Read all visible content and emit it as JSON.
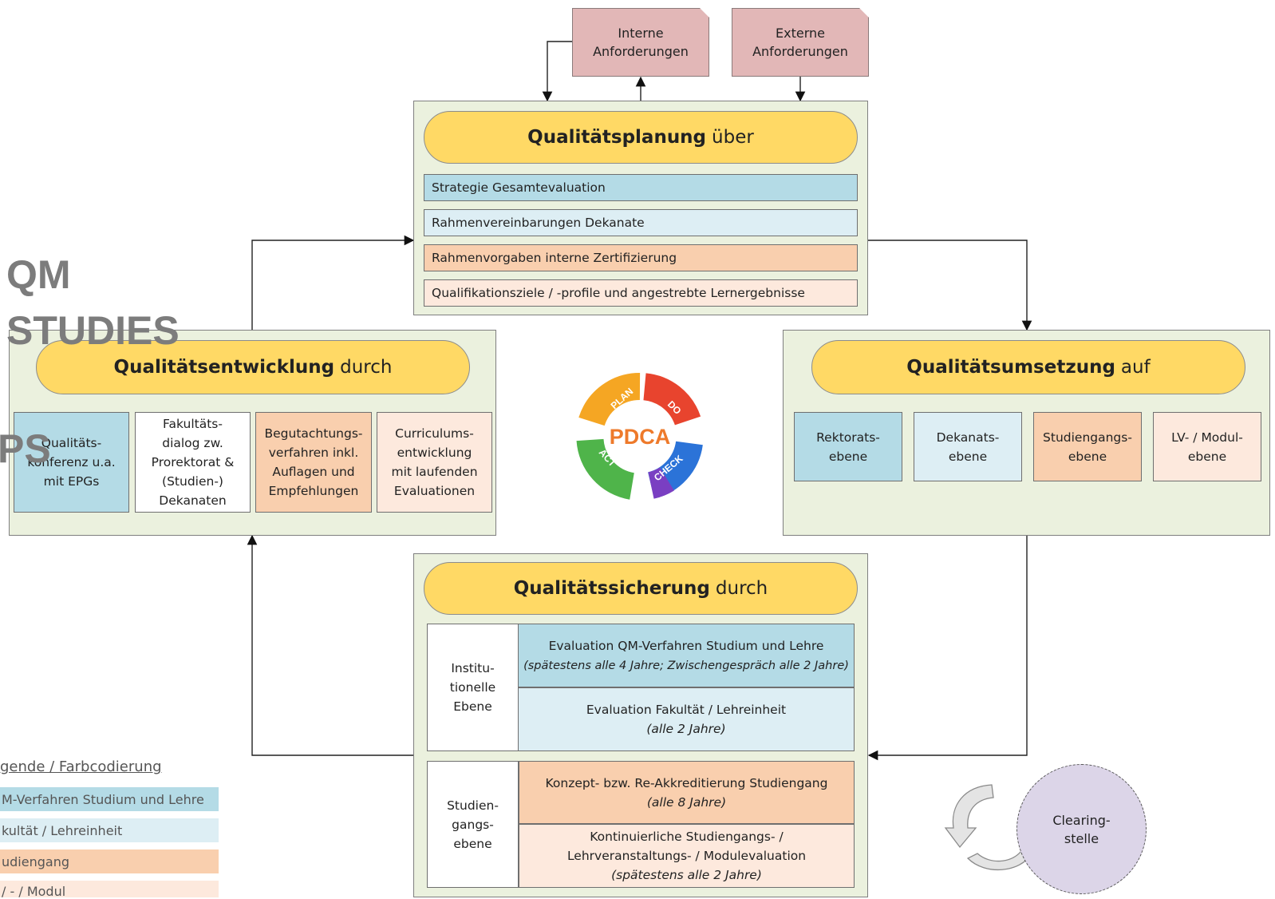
{
  "requirements": {
    "internal": [
      "Interne",
      "Anforderungen"
    ],
    "external": [
      "Externe",
      "Anforderungen"
    ]
  },
  "planning": {
    "title_bold": "Qualitätsplanung",
    "title_rest": "über",
    "items": [
      "Strategie Gesamtevaluation",
      "Rahmenvereinbarungen Dekanate",
      "Rahmenvorgaben interne Zertifizierung",
      "Qualifikationsziele / -profile und angestrebte Lernergebnisse"
    ]
  },
  "development": {
    "title_bold": "Qualitätsentwicklung",
    "title_rest": "durch",
    "cells": [
      [
        "Qualitäts-",
        "konferenz u.a.",
        "mit EPGs"
      ],
      [
        "Fakultäts-",
        "dialog zw.",
        "Prorektorat &",
        "(Studien-)",
        "Dekanaten"
      ],
      [
        "Begutachtungs-",
        "verfahren inkl.",
        "Auflagen und",
        "Empfehlungen"
      ],
      [
        "Curriculums-",
        "entwicklung",
        "mit laufenden",
        "Evaluationen"
      ]
    ]
  },
  "implementation": {
    "title_bold": "Qualitätsumsetzung",
    "title_rest": "auf",
    "cells": [
      [
        "Rektorats-",
        "ebene"
      ],
      [
        "Dekanats-",
        "ebene"
      ],
      [
        "Studiengangs-",
        "ebene"
      ],
      [
        "LV- / Modul-",
        "ebene"
      ]
    ]
  },
  "pdca": {
    "center": "PDCA",
    "segments": [
      "PLAN",
      "DO",
      "CHECK",
      "ACT"
    ]
  },
  "assurance": {
    "title_bold": "Qualitätssicherung",
    "title_rest": "durch",
    "institutional_label": [
      "Institu-",
      "tionelle",
      "Ebene"
    ],
    "program_label": [
      "Studien-",
      "gangs-",
      "ebene"
    ],
    "eval_qm": [
      "Evaluation QM-Verfahren Studium und Lehre",
      "(spätestens alle 4 Jahre; Zwischengespräch alle 2 Jahre)"
    ],
    "eval_faculty": [
      "Evaluation Fakultät / Lehreinheit",
      "(alle 2 Jahre)"
    ],
    "accreditation": [
      "Konzept- bzw. Re-Akkreditierung Studiengang",
      "(alle 8 Jahre)"
    ],
    "continuous": [
      "Kontinuierliche Studiengangs- /",
      "Lehrveranstaltungs- / Modulevaluation",
      "(spätestens alle 2 Jahre)"
    ]
  },
  "clearing": [
    "Clearing-",
    "stelle"
  ],
  "watermark": [
    "QM",
    "STUDIES",
    "PS"
  ],
  "legend": {
    "title": "gende / Farbcodierung",
    "items": [
      {
        "label": "M-Verfahren Studium und Lehre",
        "color": "#b4dbe6"
      },
      {
        "label": "kultät / Lehreinheit",
        "color": "#ddeef4"
      },
      {
        "label": "udiengang",
        "color": "#f9cfae"
      },
      {
        "label": "/ - / Modul",
        "color": "#fde9dd"
      }
    ]
  },
  "colors": {
    "panel": "#ebf1de",
    "pill": "#ffd965",
    "requirement": "#e2b7b7",
    "clearing": "#dcd5e8"
  }
}
